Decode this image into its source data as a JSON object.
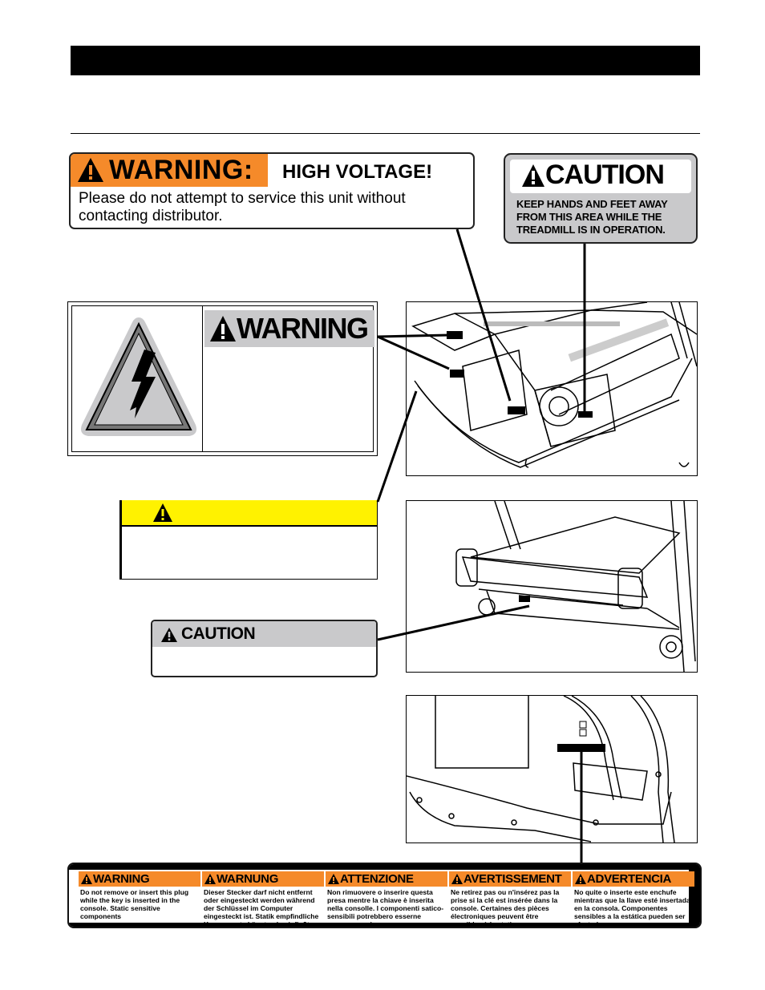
{
  "hv_label": {
    "word": "WARNING:",
    "title": "HIGH VOLTAGE!",
    "body": "Please do not attempt to service this unit without contacting distributor."
  },
  "caution_top": {
    "word": "CAUTION",
    "body_lines": [
      "KEEP HANDS AND FEET AWAY",
      "FROM THIS AREA WHILE THE",
      "TREADMILL IS IN OPERATION."
    ]
  },
  "shock_label": {
    "word": "WARNING"
  },
  "small_caution": {
    "word": "CAUTION"
  },
  "multilingual": [
    {
      "word": "WARNING",
      "body": "Do not remove or insert this plug while the key is inserted in the console. Static sensitive components"
    },
    {
      "word": "WARNUNG",
      "body": "Dieser Stecker darf nicht entfernt oder eingesteckt werden während der Schlüssel im Computer eingesteckt ist. Statik empfindliche Komponente könnten beeinflußt werden."
    },
    {
      "word": "ATTENZIONE",
      "body": "Non rimuovere o inserire questa presa mentre la chiave è inserita nella consolle. I componenti satico-sensibili potrebbero esserne compromessi."
    },
    {
      "word": "AVERTISSEMENT",
      "body": "Ne retirez pas ou n'insérez pas la prise si la clé est insérée dans la console. Certaines des pièces électroniques peuvent être sensibles à la statique."
    },
    {
      "word": "ADVERTENCIA",
      "body": "No quite o inserte este enchufe mientras que la llave esté insertada en la consola. Componentes sensibles a la estática pueden ser afectadas."
    }
  ],
  "colors": {
    "orange": "#f58a2a",
    "gray": "#c9c9cb",
    "yellow": "#fff200"
  },
  "icons": [
    "warning-triangle-icon",
    "lightning-bolt-icon"
  ]
}
